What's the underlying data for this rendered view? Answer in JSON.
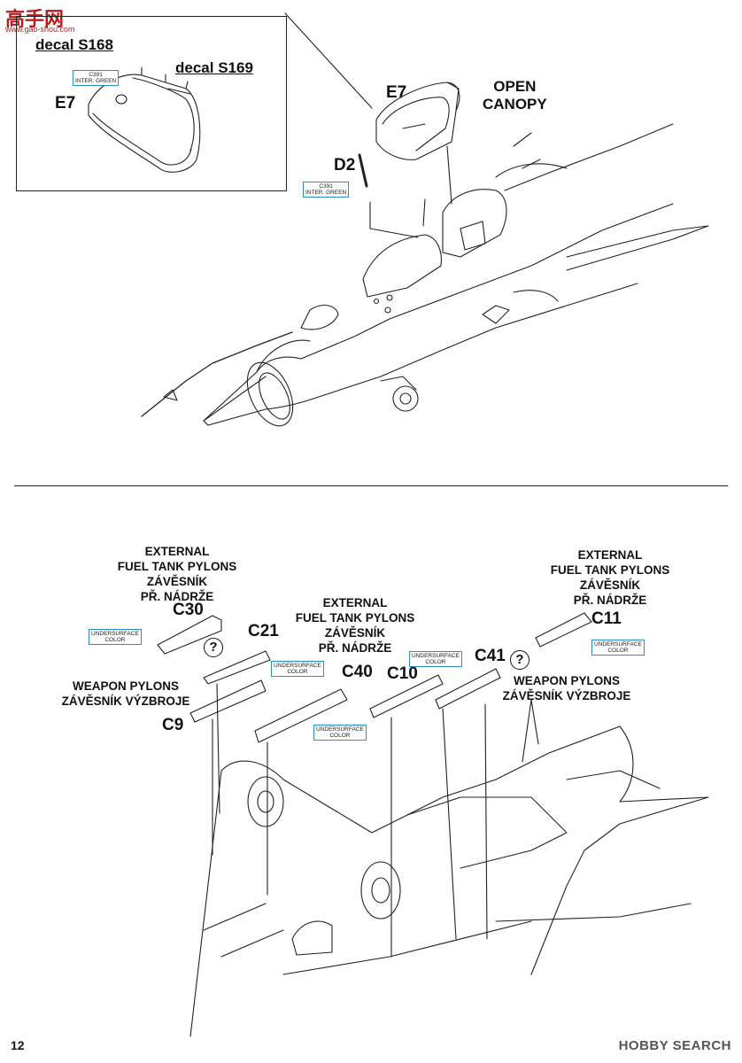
{
  "watermark": {
    "title": "高手网",
    "url": "www.gao-shou.com"
  },
  "top": {
    "inset": {
      "decal_s168": "decal S168",
      "decal_s169": "decal S169",
      "part_e7": "E7",
      "paint_tag": {
        "code": "C391",
        "name": "INTER. GREEN"
      }
    },
    "part_e7": "E7",
    "part_d2": "D2",
    "open_canopy": [
      "OPEN",
      "CANOPY"
    ],
    "paint_tag": {
      "code": "C391",
      "name": "INTER. GREEN"
    }
  },
  "bottom": {
    "left_header": [
      "EXTERNAL",
      "FUEL TANK PYLONS",
      "ZÁVĚSNÍK",
      "PŘ. NÁDRŽE"
    ],
    "center_header": [
      "EXTERNAL",
      "FUEL TANK PYLONS",
      "ZÁVĚSNÍK",
      "PŘ. NÁDRŽE"
    ],
    "right_header": [
      "EXTERNAL",
      "FUEL TANK PYLONS",
      "ZÁVĚSNÍK",
      "PŘ. NÁDRŽE"
    ],
    "left_weapon": [
      "WEAPON PYLONS",
      "ZÁVĚSNÍK VÝZBROJE"
    ],
    "right_weapon": [
      "WEAPON PYLONS",
      "ZÁVĚSNÍK VÝZBROJE"
    ],
    "parts": {
      "c30": "C30",
      "c21": "C21",
      "c9": "C9",
      "c40": "C40",
      "c10": "C10",
      "c41": "C41",
      "c11": "C11"
    },
    "undersurface": {
      "line1": "UNDERSURFACE",
      "line2": "COLOR"
    },
    "question": "?"
  },
  "footer": {
    "page": "12",
    "brand": "HOBBY SEARCH"
  }
}
